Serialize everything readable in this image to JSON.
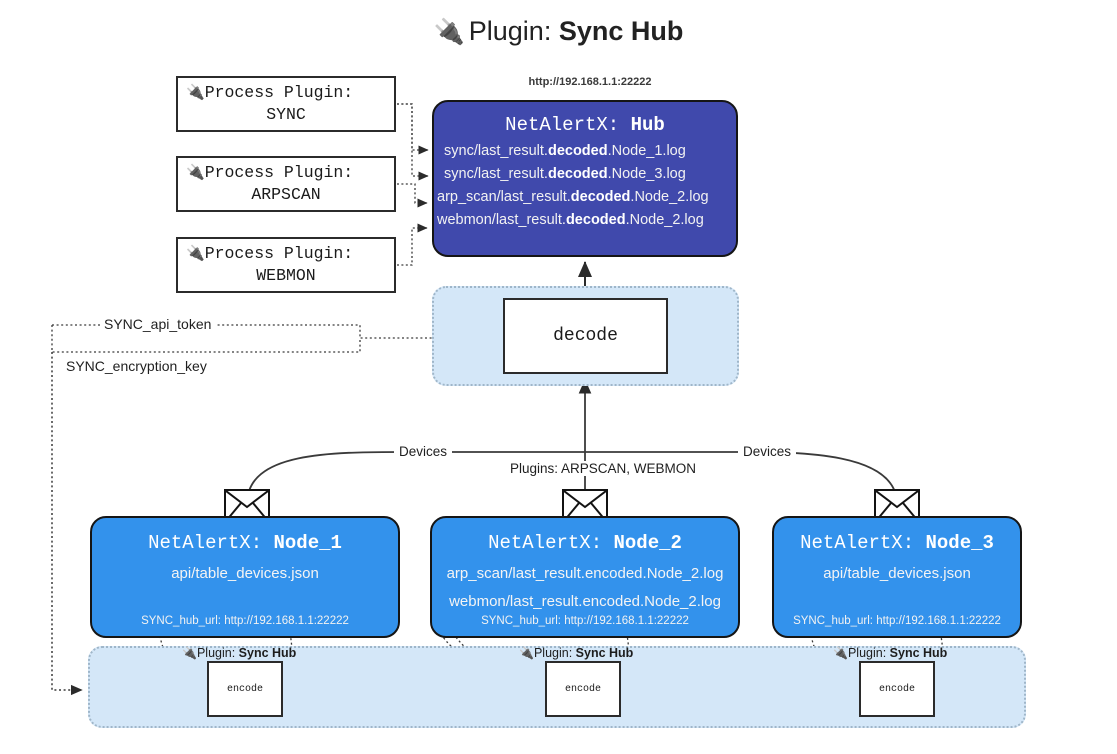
{
  "title": {
    "icon": "plug-icon",
    "prefix": "Plugin: ",
    "name": "Sync Hub"
  },
  "process_plugins": [
    {
      "icon": "plug-icon",
      "line1": "Process Plugin:",
      "line2": "SYNC"
    },
    {
      "icon": "plug-icon",
      "line1": "Process Plugin:",
      "line2": "ARPSCAN"
    },
    {
      "icon": "plug-icon",
      "line1": "Process Plugin:",
      "line2": "WEBMON"
    }
  ],
  "hub": {
    "url": "http://192.168.1.1:22222",
    "title_prefix": "NetAlertX: ",
    "title_name": "Hub",
    "color": "#4049ac",
    "lines": [
      {
        "pre": "sync/last_result.",
        "mid": "decoded",
        "post": ".Node_1.log"
      },
      {
        "pre": "sync/last_result.",
        "mid": "decoded",
        "post": ".Node_3.log"
      },
      {
        "pre": "arp_scan/last_result.",
        "mid": "decoded",
        "post": ".Node_2.log"
      },
      {
        "pre": "webmon/last_result.",
        "mid": "decoded",
        "post": ".Node_2.log"
      }
    ]
  },
  "decode": {
    "label": "decode",
    "band_color": "#d4e7f8"
  },
  "settings": {
    "api_token": "SYNC_api_token",
    "encryption_key": "SYNC_encryption_key"
  },
  "flow_labels": {
    "devices_left": "Devices",
    "plugins_center": "Plugins: ARPSCAN, WEBMON",
    "devices_right": "Devices"
  },
  "nodes": [
    {
      "title_prefix": "NetAlertX: ",
      "title_name": "Node_1",
      "color": "#3392ec",
      "lines": [
        "api/table_devices.json"
      ],
      "footer": "SYNC_hub_url: http://192.168.1.1:22222"
    },
    {
      "title_prefix": "NetAlertX: ",
      "title_name": "Node_2",
      "color": "#3392ec",
      "lines": [
        "arp_scan/last_result.encoded.Node_2.log",
        "webmon/last_result.encoded.Node_2.log"
      ],
      "footer": "SYNC_hub_url: http://192.168.1.1:22222"
    },
    {
      "title_prefix": "NetAlertX: ",
      "title_name": "Node_3",
      "color": "#3392ec",
      "lines": [
        "api/table_devices.json"
      ],
      "footer": "SYNC_hub_url: http://192.168.1.1:22222"
    }
  ],
  "encoders": [
    {
      "caption_icon": "plug-icon",
      "caption_prefix": "Plugin: ",
      "caption_name": "Sync Hub",
      "label": "encode"
    },
    {
      "caption_icon": "plug-icon",
      "caption_prefix": "Plugin: ",
      "caption_name": "Sync Hub",
      "label": "encode"
    },
    {
      "caption_icon": "plug-icon",
      "caption_prefix": "Plugin: ",
      "caption_name": "Sync Hub",
      "label": "encode"
    }
  ],
  "icons": {
    "envelope": "envelope-icon"
  }
}
